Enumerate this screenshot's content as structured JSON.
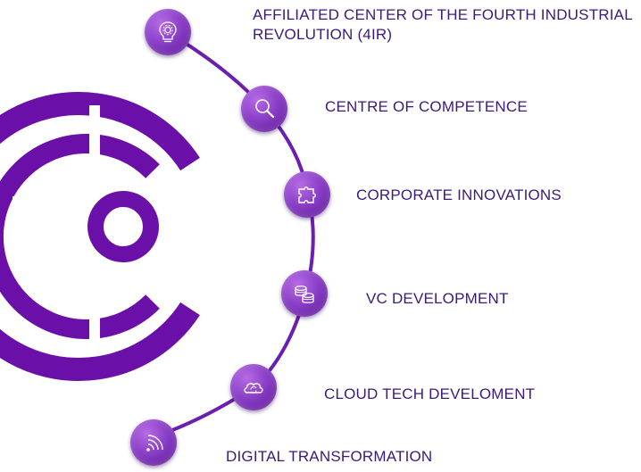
{
  "colors": {
    "logo": "#6a0fa8",
    "arc": "#6a1fb0",
    "node": "#8a3fc7",
    "text": "#3b1a7a"
  },
  "nodes": [
    {
      "icon": "lightbulb-gear-icon",
      "lines": [
        "AFFILIATED CENTER OF THE FOURTH INDUSTRIAL",
        "REVOLUTION (4IR)"
      ]
    },
    {
      "icon": "magnifier-icon",
      "lines": [
        "CENTRE OF COMPETENCE"
      ]
    },
    {
      "icon": "puzzle-icon",
      "lines": [
        "CORPORATE INNOVATIONS"
      ]
    },
    {
      "icon": "coins-icon",
      "lines": [
        "VC DEVELOPMENT"
      ]
    },
    {
      "icon": "cloud-sync-icon",
      "lines": [
        "CLOUD TECH DEVELOMENT"
      ]
    },
    {
      "icon": "wifi-signal-icon",
      "lines": [
        "DIGITAL TRANSFORMATION"
      ]
    }
  ]
}
